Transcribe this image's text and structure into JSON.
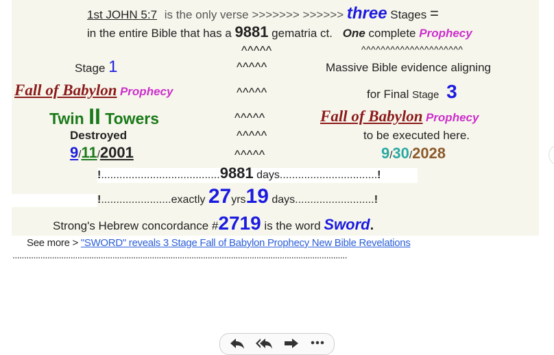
{
  "line1": {
    "ref": "1st JOHN 5:7",
    "text1": "is the only verse >>>>>>> >>>>>>",
    "three": "three",
    "stages": "Stages",
    "equals": "="
  },
  "line2": {
    "text1": "in the entire Bible that has a",
    "number": "9881",
    "text2": "gematria ct.",
    "one": "One",
    "complete": "complete",
    "prophecy": "Prophecy"
  },
  "carets": {
    "c1": "^^^^^",
    "c2": "^^^^^^^^^^^^^^^^^^^^^",
    "c3": "^^^^^",
    "c4": "^^^^^",
    "c5": "^^^^^",
    "c6": "^^^^^",
    "c7": "^^^^^"
  },
  "left": {
    "stage_label": "Stage",
    "stage_num": "1",
    "fall": "Fall of Babylon",
    "prophecy": "Prophecy",
    "twin": "Twin",
    "ii": "II",
    "towers": "Towers",
    "destroyed": "Destroyed",
    "d1": "9",
    "s1": "/",
    "d2": "11",
    "s2": "/",
    "d3": "2001"
  },
  "right": {
    "massive": "Massive Bible evidence aligning",
    "for_final": "for Final",
    "stage_word": "Stage",
    "stage_num": "3",
    "fall": "Fall of Babylon",
    "prophecy": "Prophecy",
    "executed": "to be executed here.",
    "d1": "9",
    "s1": "/",
    "d2": "30",
    "s2": "/",
    "d3": "2028"
  },
  "days_line": {
    "bang1": "!",
    "dots1": ".......................................",
    "number": "9881",
    "days": "days",
    "dots2": "................................",
    "bang2": "!"
  },
  "exact_line": {
    "bang1": "!",
    "dots1": ".......................",
    "exactly": "exactly",
    "years": "27",
    "yrs": "yrs",
    "days_num": "19",
    "days": "days",
    "dots2": "..........................",
    "bang2": "!"
  },
  "strongs": {
    "text1": "Strong's Hebrew concordance #",
    "number": "2719",
    "text2": "is the word",
    "sword": "Sword",
    "period": "."
  },
  "see_more": {
    "label": "See more >",
    "link": "\"SWORD\" reveals 3 Stage Fall of Babylon Prophecy New Bible Revelations"
  },
  "dotted_rule": "................................................................................................................................................"
}
